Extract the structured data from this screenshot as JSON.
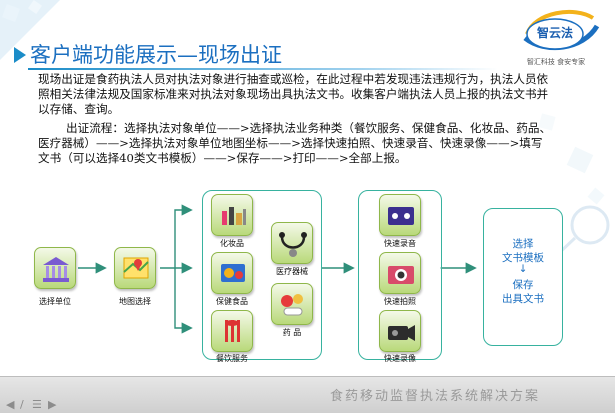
{
  "title": "客户端功能展示—现场出证",
  "logo": {
    "brand": "智云法",
    "tagline": "智汇科技 食安专家"
  },
  "paragraph1": "现场出证是食药执法人员对执法对象进行抽查或巡检，在此过程中若发现违法违规行为，执法人员依照相关法律法规及国家标准来对执法对象现场出具执法文书。收集客户端执法人员上报的执法文书并以存储、查询。",
  "paragraph2": "出证流程：选择执法对象单位——>选择执法业务种类（餐饮服务、保健食品、化妆品、药品、医疗器械）——>选择执法对象单位地图坐标——>选择快速拍照、快速录音、快速录像——>填写文书（可以选择40类文书模板）——>保存——>打印——>全部上报。",
  "flow": {
    "select_unit": "选择单位",
    "map_select": "地图选择",
    "cosmetics": "化妆品",
    "health_food": "保健食品",
    "catering": "餐饮服务",
    "medical": "医疗器械",
    "drugs": "药 品",
    "quick_audio": "快速录音",
    "quick_photo": "快速拍照",
    "quick_video": "快速录像",
    "final_line1": "选择",
    "final_line2": "文书模板",
    "final_arrow": "↓",
    "final_line3": "保存",
    "final_line4": "出具文书"
  },
  "footer": "食药移动监督执法系统解决方案",
  "controls": {
    "prev": "◀",
    "pen": "/",
    "menu": "☰",
    "next": "▶"
  },
  "colors": {
    "title": "#1b6fc0",
    "accent": "#1b8cc8",
    "node": "#b9d97a",
    "group_border": "#37b29f"
  }
}
